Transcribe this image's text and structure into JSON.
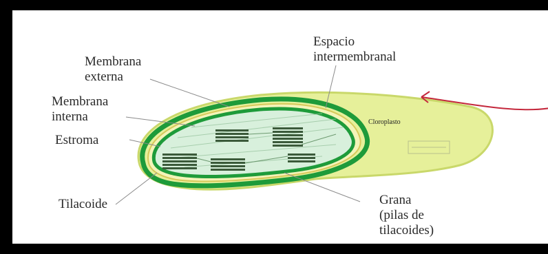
{
  "labels": {
    "espacio": "Espacio",
    "intermembranal": "intermembranal",
    "membrana_externa_1": "Membrana",
    "membrana_externa_2": "externa",
    "membrana_interna_1": "Membrana",
    "membrana_interna_2": "interna",
    "estroma": "Estroma",
    "tilacoide": "Tilacoide",
    "grana_1": "Grana",
    "grana_2": "(pilas de",
    "grana_3": "tilacoides)",
    "cloroplasto": "Cloroplasto"
  },
  "colors": {
    "outer_fill": "#e6f09a",
    "outer_stroke": "#c9d86a",
    "membrane_green": "#1e9b3a",
    "stroma": "#d8f0dc",
    "grana": "#2e4a2e",
    "leader": "#8a8a8a",
    "arrow": "#c4283c"
  }
}
